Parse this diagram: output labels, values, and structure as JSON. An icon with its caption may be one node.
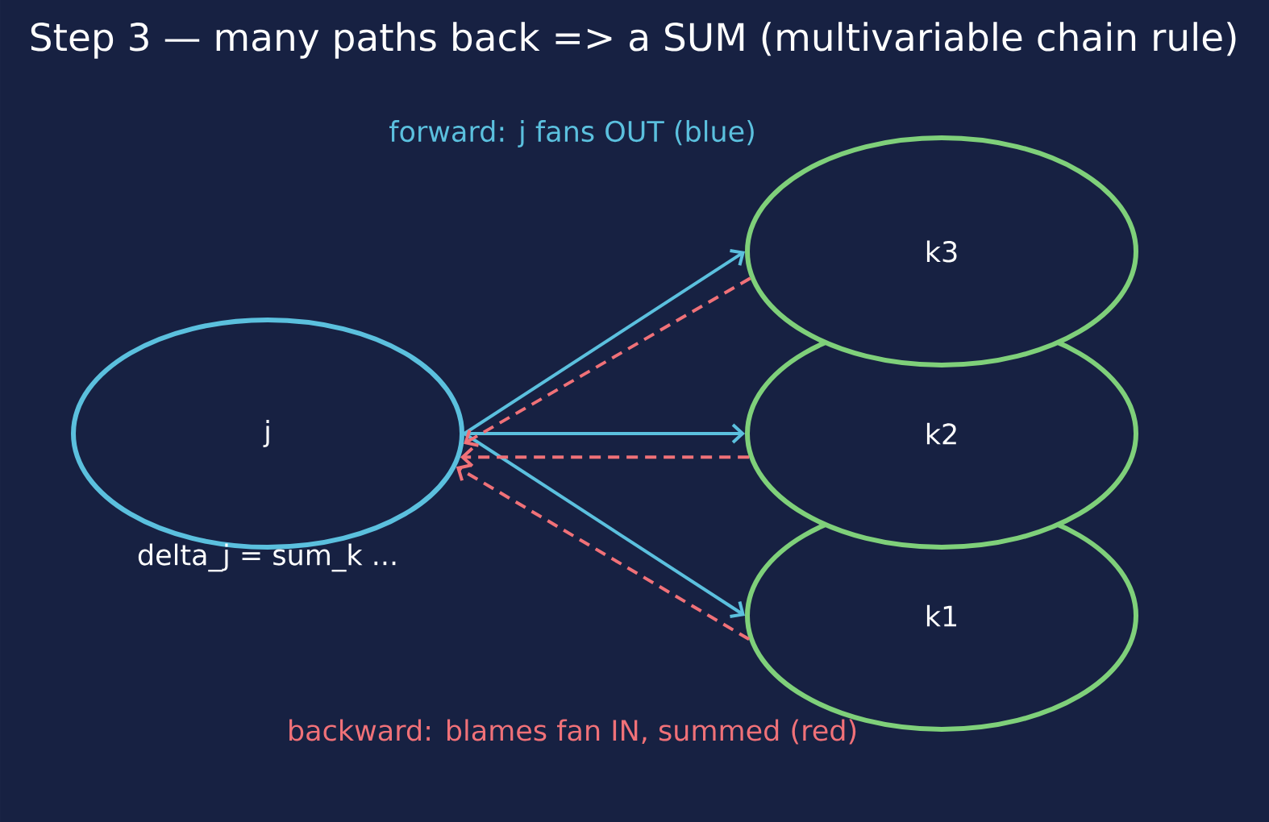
{
  "diagram": {
    "title": "Step 3 — many paths back => a SUM (multivariable chain rule)",
    "nodes": [
      {
        "text": [
          "j"
        ],
        "beside": [
          "delta_j = sum_k ..."
        ]
      },
      {
        "text": [
          "k3"
        ]
      },
      {
        "text": [
          "k2"
        ]
      },
      {
        "text": [
          "k1"
        ]
      }
    ],
    "edges": [
      {
        "from": 0,
        "to": 1,
        "arrow": "to",
        "color": "#5bc0de"
      },
      {
        "from": 0,
        "to": 2,
        "arrow": "to",
        "color": "#5bc0de"
      },
      {
        "from": 0,
        "to": 3,
        "arrow": "to",
        "color": "#5bc0de"
      },
      {
        "from": 1,
        "to": 0,
        "arrow": "to",
        "style": "dashed",
        "color": "#f07178"
      },
      {
        "from": 2,
        "to": 0,
        "arrow": "to",
        "style": "dashed",
        "color": "#f07178"
      },
      {
        "from": 3,
        "to": 0,
        "arrow": "to",
        "style": "dashed",
        "color": "#f07178"
      }
    ],
    "labels": [
      "forward: j fans OUT (blue)",
      "backward: blames fan IN, summed (red)"
    ]
  }
}
